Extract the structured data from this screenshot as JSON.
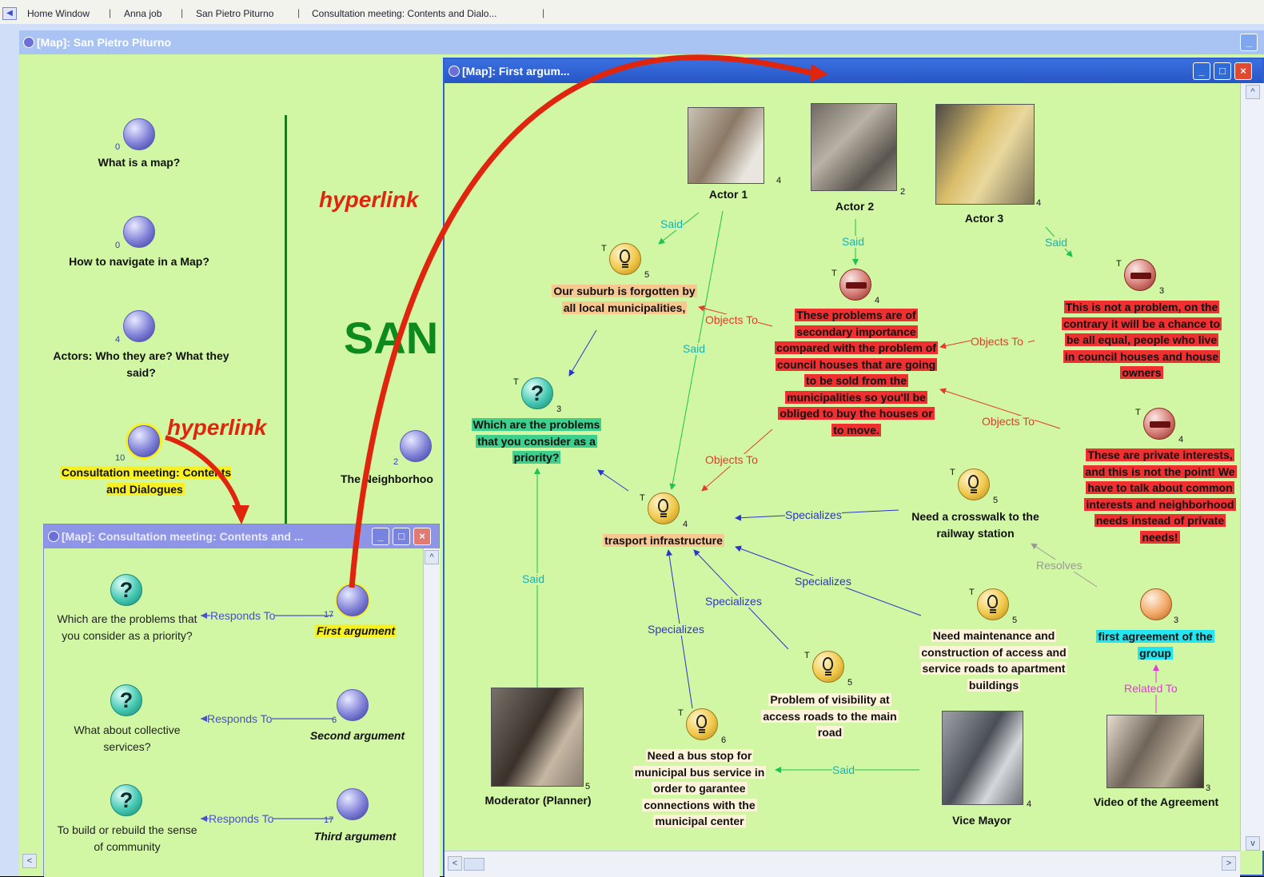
{
  "tabs": [
    "Home Window",
    "Anna job",
    "San Pietro Piturno",
    "Consultation meeting: Contents and Dialo..."
  ],
  "overlay_label": "hyperlink",
  "win_main": {
    "title": "[Map]: San Pietro Piturno",
    "nodes": [
      {
        "count": "0",
        "label": "What is a map?"
      },
      {
        "count": "0",
        "label": "How to navigate in a Map?"
      },
      {
        "count": "4",
        "label": "Actors: Who they are? What they said?"
      },
      {
        "count": "10",
        "label": "Consultation meeting: Contents and Dialogues"
      },
      {
        "count": "2",
        "label": "The Neighborhoo"
      }
    ],
    "big_text": "SAN"
  },
  "win_consult": {
    "title": "[Map]: Consultation meeting: Contents and ...",
    "questions": [
      "Which are the problems that you consider as a priority?",
      "What about collective services?",
      "To build or rebuild the sense of community"
    ],
    "arguments": [
      {
        "count": "17",
        "label": "First argument"
      },
      {
        "count": "6",
        "label": "Second argument"
      },
      {
        "count": "17",
        "label": "Third argument"
      }
    ],
    "edge_label": "Responds To"
  },
  "win_first": {
    "title": "[Map]: First argum...",
    "actors": [
      {
        "label": "Actor 1",
        "count": "4"
      },
      {
        "label": "Actor 2",
        "count": "2"
      },
      {
        "label": "Actor 3",
        "count": "4"
      },
      {
        "label": "Moderator (Planner)",
        "count": "5"
      },
      {
        "label": "Vice Mayor",
        "count": "4"
      },
      {
        "label": "Video of the Agreement",
        "count": "3"
      }
    ],
    "ideas": [
      {
        "label": "Our suburb is forgotten by all local municipalities,",
        "count": "5"
      },
      {
        "label": "trasport infrastructure",
        "count": "4"
      },
      {
        "label": "Need a crosswalk to the railway station",
        "count": "5"
      },
      {
        "label": "Need maintenance and construction of access and service roads to apartment buildings",
        "count": "5"
      },
      {
        "label": "Problem of visibility at access roads to the main road",
        "count": "5"
      },
      {
        "label": "Need a bus stop for municipal bus service in order to garantee connections with the municipal center",
        "count": "6"
      }
    ],
    "question": {
      "label": "Which are the problems that you consider as a priority?",
      "count": "3"
    },
    "cons": [
      {
        "label": "These problems are of secondary importance compared with the problem of council houses that are going to be sold from the municipalities so you'll be obliged to buy the houses or to move.",
        "count": "4"
      },
      {
        "label": "This is not a problem, on the contrary it will be a chance to be all equal, people who live in council houses and house owners",
        "count": "3"
      },
      {
        "label": "These are private interests, and this is not the point! We have to talk about common interests and neighborhood needs instead of private needs!",
        "count": "4"
      }
    ],
    "agreement": {
      "label": "first agreement of the group",
      "count": "3"
    },
    "edge_labels": {
      "said": "Said",
      "objects_to": "Objects To",
      "specializes": "Specializes",
      "resolves": "Resolves",
      "related_to": "Related To"
    },
    "tag": "T"
  },
  "colors": {
    "map_bg": "#d2f7a4",
    "titlebar": "#2f5fd0",
    "titlebar_inactive": "#8e95e6",
    "con_red": "#f03030",
    "idea_orange": "#f8c891",
    "question_green": "#3dcf8c",
    "agreement_cyan": "#22e5f0",
    "highlight_yellow": "#f6f024",
    "annotation_red": "#e0250e"
  }
}
